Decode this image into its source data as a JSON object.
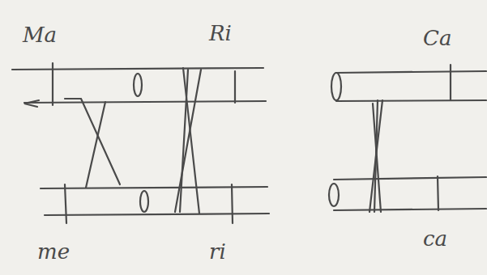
{
  "diagram": {
    "labels": [
      "Ma",
      "Ri",
      "Ca",
      "me",
      "ri",
      "ca"
    ]
  }
}
